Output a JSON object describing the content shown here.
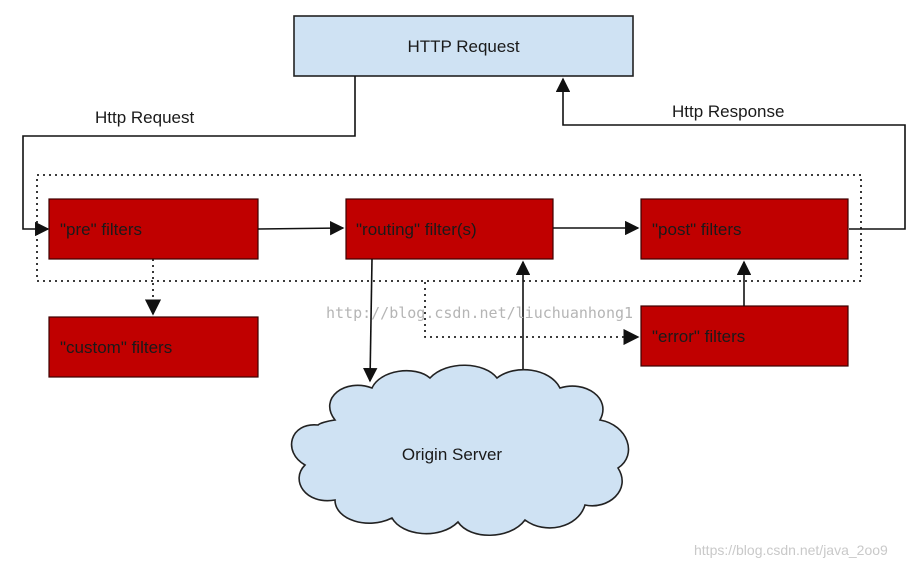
{
  "nodes": {
    "http_request_box": "HTTP Request",
    "pre_filters": "\"pre\" filters",
    "routing_filters": "\"routing\" filter(s)",
    "post_filters": "\"post\" filters",
    "custom_filters": "\"custom\" filters",
    "error_filters": "\"error\" filters",
    "origin_server": "Origin Server"
  },
  "edges": {
    "request_label": "Http Request",
    "response_label": "Http Response"
  },
  "watermarks": {
    "center": "http://blog.csdn.net/liuchuanhong1",
    "corner": "https://blog.csdn.net/java_2oo9"
  },
  "colors": {
    "filter_box": "#c00000",
    "request_box": "#cfe2f3",
    "cloud": "#cfe2f3"
  }
}
